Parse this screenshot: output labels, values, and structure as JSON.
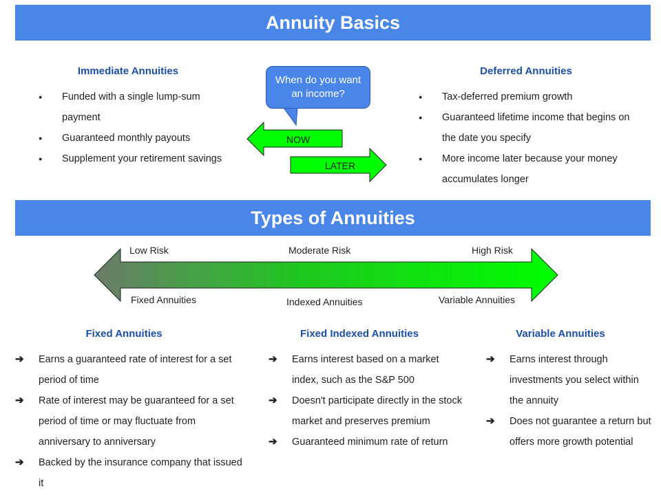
{
  "section1": {
    "title": "Annuity Basics",
    "immediate": {
      "title": "Immediate Annuities",
      "items": [
        "Funded with a single lump-sum payment",
        "Guaranteed monthly payouts",
        "Supplement your retirement savings"
      ]
    },
    "question": "When do you want an income?",
    "now_label": "NOW",
    "later_label": "LATER",
    "deferred": {
      "title": "Deferred Annuities",
      "items": [
        "Tax-deferred premium growth",
        "Guaranteed lifetime income that begins on the date you specify",
        "More income later because your money accumulates longer"
      ]
    }
  },
  "section2": {
    "title": "Types of Annuities",
    "risk": {
      "low": "Low Risk",
      "moderate": "Moderate Risk",
      "high": "High Risk"
    },
    "types": {
      "fixed": "Fixed Annuities",
      "indexed": "Indexed Annuities",
      "variable": "Variable Annuities"
    },
    "fixed": {
      "title": "Fixed Annuities",
      "items": [
        "Earns a guaranteed rate of interest for a set period of time",
        "Rate of interest may be guaranteed for a set period of time or may fluctuate from anniversary to anniversary",
        "Backed by the insurance company that issued it"
      ]
    },
    "indexed": {
      "title": "Fixed Indexed Annuities",
      "items": [
        "Earns interest based on a market index, such as the S&P 500",
        "Doesn't participate directly in the stock market and preserves premium",
        "Guaranteed minimum rate of return"
      ]
    },
    "variable": {
      "title": "Variable Annuities",
      "items": [
        "Earns interest through investments you select within the annuity",
        "Does not guarantee a return but offers more growth potential"
      ]
    }
  },
  "colors": {
    "banner": "#4a86e8",
    "heading": "#1c4fa3",
    "arrow_green": "#00ff00",
    "arrow_gray": "#6b7b6b"
  }
}
